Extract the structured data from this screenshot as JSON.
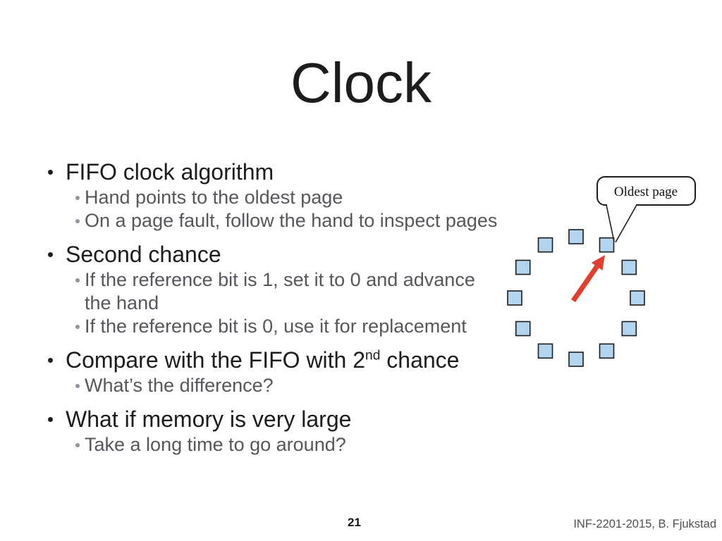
{
  "slide": {
    "title": "Clock",
    "page_number": "21",
    "footer": "INF-2201-2015, B. Fjukstad"
  },
  "bullets": [
    {
      "level": 1,
      "text": "FIFO clock algorithm"
    },
    {
      "level": 2,
      "text": "Hand points to the oldest page"
    },
    {
      "level": 2,
      "text": "On a page fault, follow the hand to inspect pages"
    },
    {
      "level": 1,
      "text": "Second chance"
    },
    {
      "level": 2,
      "text": "If the reference bit is 1, set it to 0 and advance the hand"
    },
    {
      "level": 2,
      "text": "If the reference bit is 0, use it for replacement"
    },
    {
      "level": 1,
      "text": "Compare with the FIFO with 2",
      "sup": "nd",
      "text_after": " chance"
    },
    {
      "level": 2,
      "text": "What’s the difference?"
    },
    {
      "level": 1,
      "text": "What if memory is very large"
    },
    {
      "level": 2,
      "text": "Take a long time to go around?"
    }
  ],
  "diagram": {
    "label": "Oldest page",
    "square_count": 12
  },
  "colors": {
    "background": "#ffffff",
    "text_primary": "#1c1c1c",
    "text_secondary": "#54575b",
    "bullet_primary": "#1f1f1f",
    "bullet_secondary": "#8d979f",
    "footer_gray": "#4f4f4f",
    "page_number": "#141414",
    "square_fill": "#b2d4ee",
    "square_border": "#1c1c1c",
    "arrow_red": "#e13f2e",
    "callout_border": "#1c1c1c",
    "callout_fill": "#ffffff",
    "callout_text": "#111111"
  }
}
